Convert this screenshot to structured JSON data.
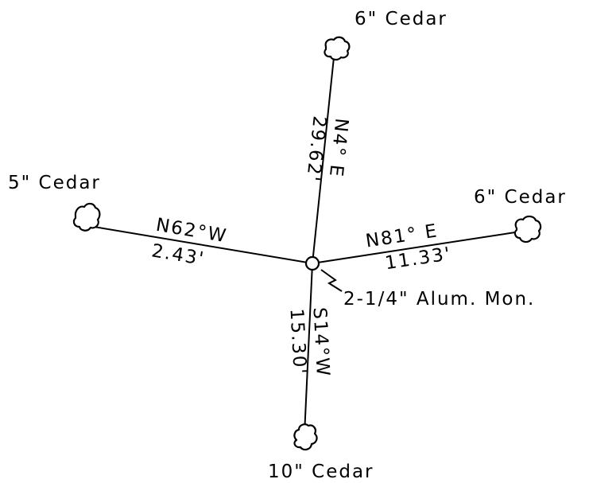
{
  "monument": {
    "label": "2-1/4\" Alum. Mon."
  },
  "ties": [
    {
      "id": "north",
      "tree": "6\" Cedar",
      "bearing": "N4° E",
      "distance": "29.62'"
    },
    {
      "id": "west",
      "tree": "5\" Cedar",
      "bearing": "N62°W",
      "distance": "2.43'"
    },
    {
      "id": "east",
      "tree": "6\" Cedar",
      "bearing": "N81° E",
      "distance": "11.33'"
    },
    {
      "id": "south",
      "tree": "10\" Cedar",
      "bearing": "S14°W",
      "distance": "15.30'"
    }
  ],
  "colors": {
    "ink": "#000000",
    "background": "#ffffff"
  },
  "icons": {
    "tree": "tree-symbol-icon",
    "monument": "monument-circle-icon"
  }
}
